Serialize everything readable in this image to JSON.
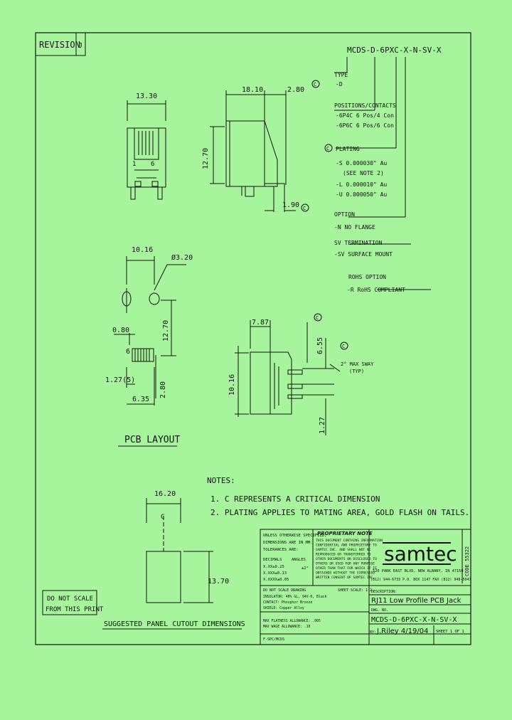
{
  "revision": {
    "label": "REVISION",
    "value": "J"
  },
  "part_code": "MCDS-D-6PXC-X-N-SV-X",
  "callouts": {
    "type": {
      "title": "TYPE",
      "value": "-D"
    },
    "positions": {
      "title": "POSITIONS/CONTACTS",
      "items": [
        "-6P4C  6 Pos/4 Con",
        "-6P6C  6 Pos/6 Con"
      ]
    },
    "plating": {
      "title": "PLATING",
      "items": [
        "-S  0.000030\" Au",
        "(SEE NOTE 2)",
        "-L  0.000010\" Au",
        "-U  0.000050\" Au"
      ]
    },
    "option": {
      "title": "OPTION",
      "value": "-N  NO FLANGE"
    },
    "termination": {
      "title": "SV TERMINATION",
      "value": "-SV  SURFACE MOUNT"
    },
    "rohs": {
      "title": "ROHS OPTION",
      "value": "-R  RoHS COMPLIANT"
    }
  },
  "dimensions": {
    "width_top": "13.30",
    "depth": "18.10",
    "front": "2.80",
    "height": "12.70",
    "foot": "1.90",
    "pcb_pitch": "10.16",
    "hole_dia": "Ø3.20",
    "pcb_hole": "0.80",
    "pcb_v": "12.70",
    "pcb_127": "1.27(5)",
    "pcb_280": "2.80",
    "pcb_635": "6.35",
    "side_787": "7.87",
    "side_655": "6.55",
    "side_1016": "10.16",
    "side_127": "1.27",
    "cutout_w": "16.20",
    "cutout_h": "13.70",
    "contact_num": "6",
    "pin_num_1": "1",
    "pin_num_6": "6"
  },
  "sway_note": [
    "2° MAX SWAY",
    "(TYP)"
  ],
  "labels": {
    "pcb_layout": "PCB LAYOUT",
    "panel_cutout": "SUGGESTED PANEL CUTOUT DIMENSIONS",
    "do_not_scale": [
      "DO NOT SCALE",
      "FROM THIS PRINT"
    ],
    "critical": "C"
  },
  "notes": {
    "title": "NOTES:",
    "items": [
      "1.  C  REPRESENTS A CRITICAL DIMENSION",
      "2.  PLATING APPLIES TO MATING AREA, GOLD FLASH ON TAILS."
    ]
  },
  "title_block": {
    "tolerance_lines": [
      "UNLESS OTHERWISE SPECIFIED,",
      "DIMENSIONS ARE IN MM.",
      "TOLERANCES ARE:"
    ],
    "decimals_label": "DECIMALS",
    "angles_label": "ANGLES",
    "decimals": [
      "X.XX±0.25",
      "X.XXX±0.13",
      "X.XXXX±0.05"
    ],
    "angles": "±2°",
    "proprietary_title": "PROPRIETARY NOTE",
    "proprietary_lines": [
      "THIS DOCUMENT CONTAINS INFORMATION",
      "CONFIDENTIAL AND PROPRIETARY TO",
      "SAMTEC INC. AND SHALL NOT BE",
      "REPRODUCED OR TRANSFERRED TO",
      "OTHER DOCUMENTS OR DISCLOSED TO",
      "OTHERS OR USED FOR ANY PURPOSE",
      "OTHER THAN THAT FOR WHICH IT IS",
      "OBTAINED WITHOUT THE EXPRESSED",
      "WRITTEN CONSENT OF SAMTEC INC."
    ],
    "brand": "samtec",
    "address": "520 PARK EAST BLVD, NEW ALBANY, IN 47150",
    "phone": "(812) 944-6733  P.O. BOX 1147  FAX (812) 948-5047",
    "side_code": "CODE 55322",
    "do_not_scale_drawing": "DO NOT SCALE DRAWING",
    "sheet_scale": "SHEET SCALE: 1:2",
    "materials": [
      "INSULATOR: 40% GL, 94V-0, Black",
      "CONTACT: Phosphor Bronze",
      "SHIELD: Copper Alloy"
    ],
    "max_lines": [
      "MAX FLATNESS ALLOWANCE: .005",
      "MAX WAGE ALLOWANCE: .10"
    ],
    "file_ref": "F-SPC/MCDS",
    "description_label": "DESCRIPTION:",
    "description": "RJ11 Low Profile PCB Jack",
    "dwg_label": "DWG. NO.",
    "dwg_no": "MCDS-D-6PXC-X-N-SV-X",
    "by_label": "BY:",
    "drawn_by": "J.Riley 4/19/04",
    "sheet": "SHEET 1 OF 1"
  }
}
